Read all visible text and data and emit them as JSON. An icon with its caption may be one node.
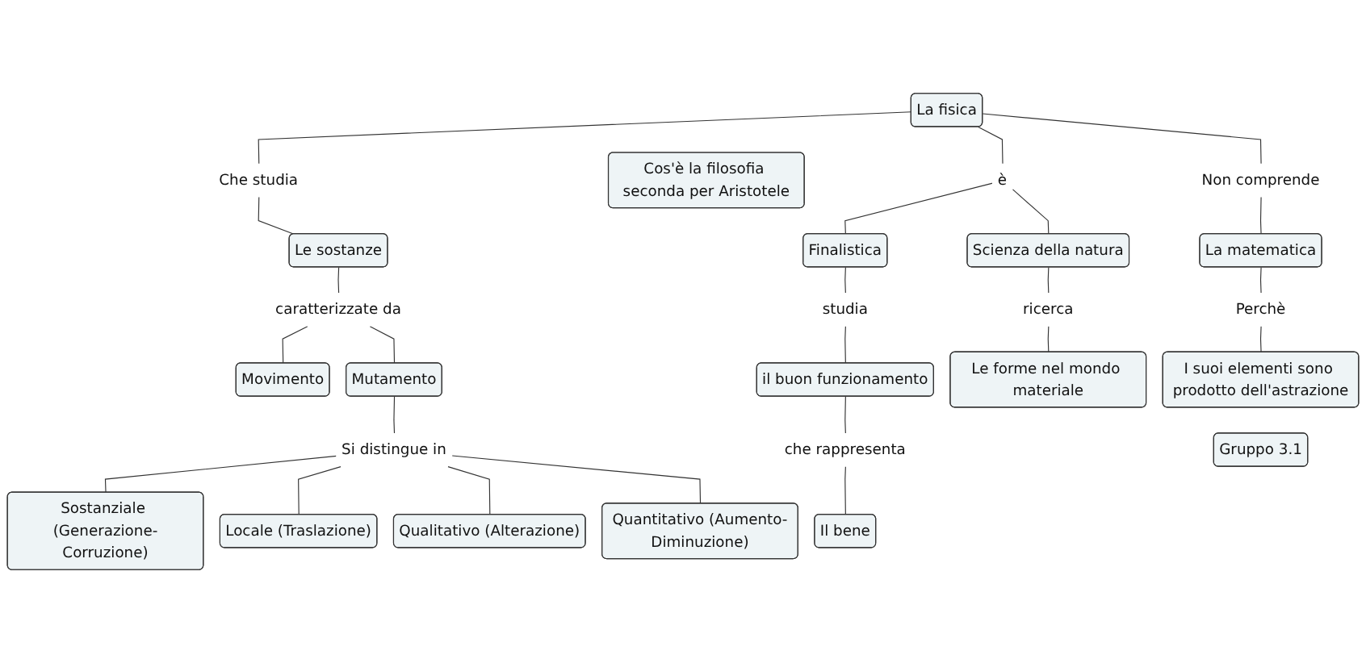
{
  "diagram": {
    "nodes": [
      {
        "text": [
          "Cos'è la filosofia seconda per Aristotele"
        ]
      },
      {
        "text": [
          "La fisica"
        ]
      },
      {
        "text": [
          "Che studia"
        ]
      },
      {
        "text": [
          "è"
        ]
      },
      {
        "text": [
          "Non comprende"
        ]
      },
      {
        "text": [
          "Le sostanze"
        ]
      },
      {
        "text": [
          "Finalistica"
        ]
      },
      {
        "text": [
          "Scienza della natura"
        ]
      },
      {
        "text": [
          "La matematica"
        ]
      },
      {
        "text": [
          "caratterizzate da"
        ]
      },
      {
        "text": [
          "studia"
        ]
      },
      {
        "text": [
          "ricerca"
        ]
      },
      {
        "text": [
          "Perchè"
        ]
      },
      {
        "text": [
          "Movimento"
        ]
      },
      {
        "text": [
          "Mutamento"
        ]
      },
      {
        "text": [
          "il buon funzionamento"
        ]
      },
      {
        "text": [
          "Le forme nel mondo materiale"
        ]
      },
      {
        "text": [
          "I suoi elementi sono prodotto dell'astrazione"
        ]
      },
      {
        "text": [
          "Si distingue in"
        ]
      },
      {
        "text": [
          "che rappresenta"
        ]
      },
      {
        "text": [
          "Sostanziale (Generazione-Corruzione)"
        ]
      },
      {
        "text": [
          "Locale (Traslazione)"
        ]
      },
      {
        "text": [
          "Qualitativo (Alterazione)"
        ]
      },
      {
        "text": [
          "Quantitativo (Aumento-Diminuzione)"
        ]
      },
      {
        "text": [
          "Il bene"
        ]
      },
      {
        "text": [
          "Gruppo 3.1"
        ]
      }
    ],
    "edges": [
      {
        "from": 1,
        "to": 2,
        "arrow": "none"
      },
      {
        "from": 1,
        "to": 3,
        "arrow": "none"
      },
      {
        "from": 1,
        "to": 4,
        "arrow": "none"
      },
      {
        "from": 2,
        "to": 5,
        "arrow": "none"
      },
      {
        "from": 3,
        "to": 6,
        "arrow": "none"
      },
      {
        "from": 3,
        "to": 7,
        "arrow": "none"
      },
      {
        "from": 4,
        "to": 8,
        "arrow": "none"
      },
      {
        "from": 5,
        "to": 9,
        "arrow": "none"
      },
      {
        "from": 6,
        "to": 10,
        "arrow": "none"
      },
      {
        "from": 7,
        "to": 11,
        "arrow": "none"
      },
      {
        "from": 8,
        "to": 12,
        "arrow": "none"
      },
      {
        "from": 9,
        "to": 13,
        "arrow": "none"
      },
      {
        "from": 9,
        "to": 14,
        "arrow": "none"
      },
      {
        "from": 10,
        "to": 15,
        "arrow": "none"
      },
      {
        "from": 11,
        "to": 16,
        "arrow": "none"
      },
      {
        "from": 12,
        "to": 17,
        "arrow": "none"
      },
      {
        "from": 14,
        "to": 18,
        "arrow": "none"
      },
      {
        "from": 15,
        "to": 19,
        "arrow": "none"
      },
      {
        "from": 18,
        "to": 20,
        "arrow": "none"
      },
      {
        "from": 18,
        "to": 21,
        "arrow": "none"
      },
      {
        "from": 18,
        "to": 22,
        "arrow": "none"
      },
      {
        "from": 18,
        "to": 23,
        "arrow": "none"
      },
      {
        "from": 19,
        "to": 24,
        "arrow": "none"
      }
    ]
  }
}
